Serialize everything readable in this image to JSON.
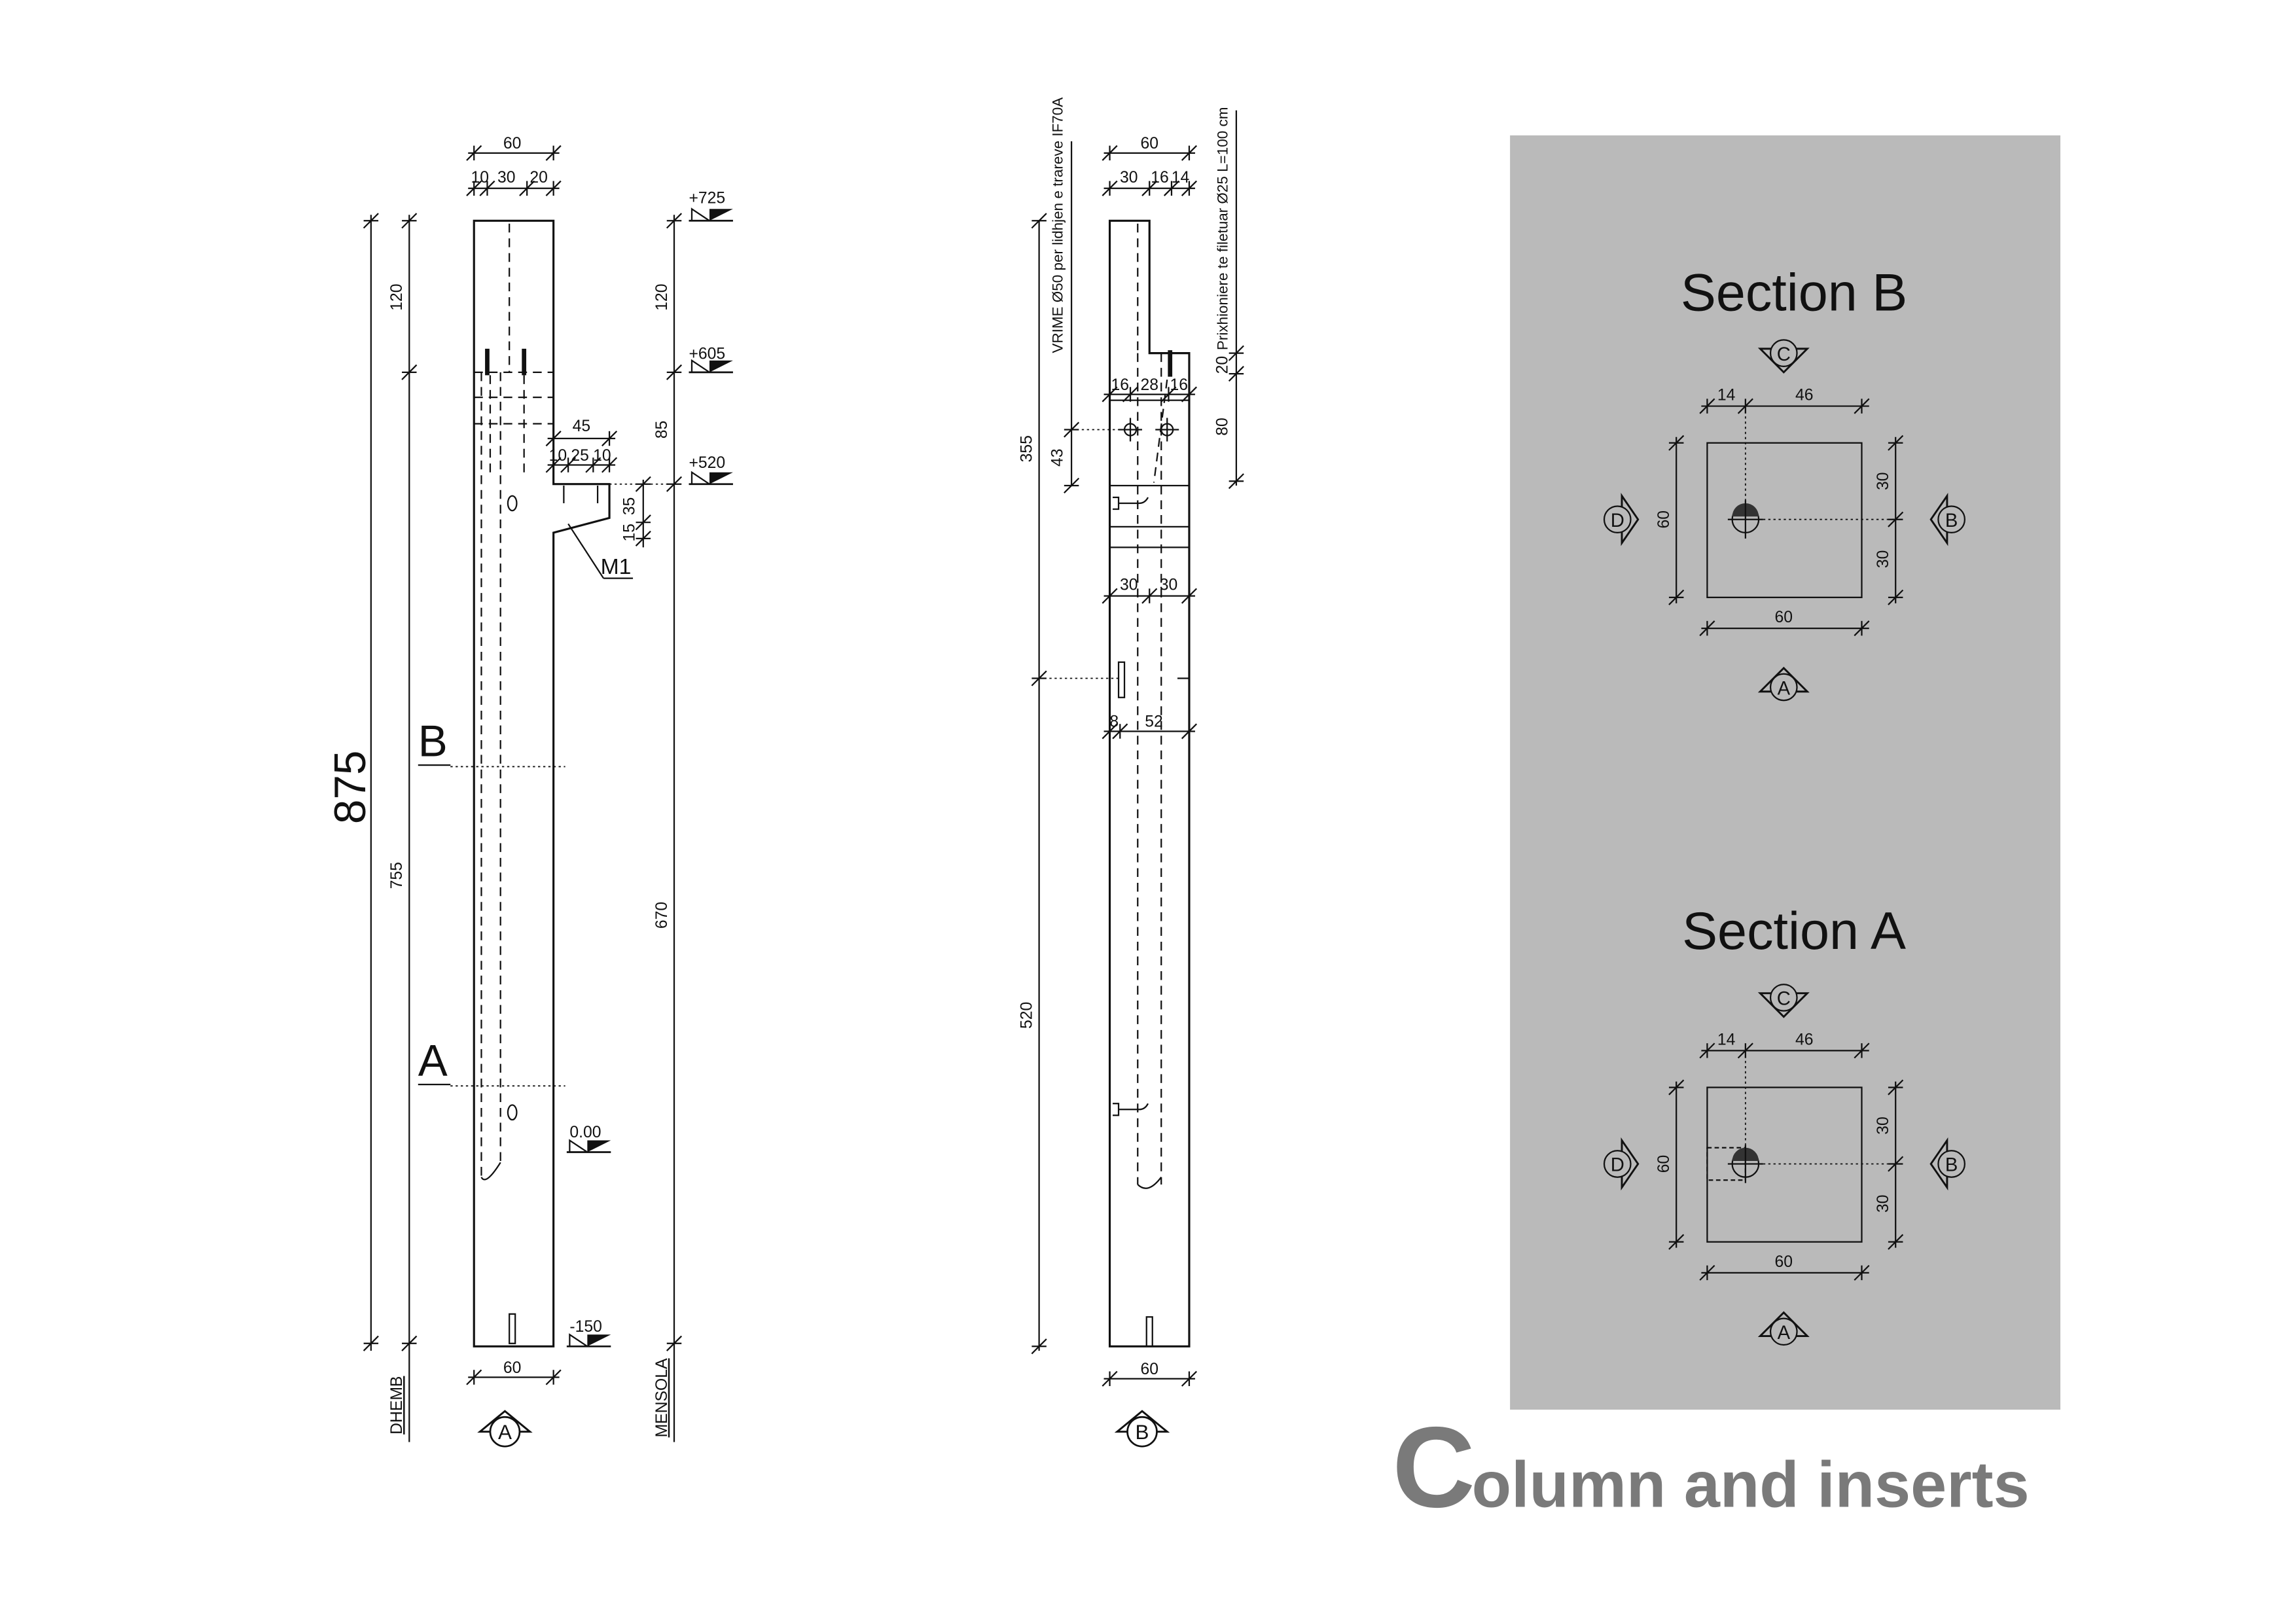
{
  "elevation_a": {
    "top_total": "60",
    "top_parts": [
      "10",
      "30",
      "20"
    ],
    "left_dims": {
      "upper": "120",
      "lower": "755",
      "total": "875",
      "base_label": "DHEMB"
    },
    "right_dims": {
      "upper": "120",
      "middle": "85",
      "lower": "670",
      "base_label": "MENSOLA"
    },
    "levels": [
      "+725",
      "+605",
      "+520",
      "0.00",
      "-150"
    ],
    "corbel": {
      "width": "45",
      "parts": [
        "10",
        "25",
        "10"
      ],
      "heights": [
        "35",
        "15"
      ],
      "label": "M1"
    },
    "section_marks": [
      "B",
      "A"
    ],
    "bottom_width": "60",
    "view_marker": "A"
  },
  "elevation_b": {
    "top_total": "60",
    "top_parts": [
      "30",
      "16",
      "14"
    ],
    "note_hole": "VRIME Ø50 per lidhjen e trareve IF70A",
    "note_bolts": "Prixhioniere te filetuar  Ø25 L=100 cm",
    "right_dims": [
      "20",
      "80"
    ],
    "left_dims": {
      "upper": "355",
      "hole": "43",
      "lower": "520"
    },
    "bolt_parts": [
      "16",
      "28",
      "16"
    ],
    "mid_parts": [
      "30",
      "30"
    ],
    "low_parts": [
      "8",
      "52"
    ],
    "bottom_width": "60",
    "view_marker": "B"
  },
  "sections": [
    {
      "title": "Section B",
      "top": "C",
      "bottom": "A",
      "left": "D",
      "right": "B",
      "top_dims": [
        "14",
        "46"
      ],
      "left_dim": "60",
      "right_dims": [
        "30",
        "30"
      ],
      "bottom_dim": "60"
    },
    {
      "title": "Section A",
      "top": "C",
      "bottom": "A",
      "left": "D",
      "right": "B",
      "top_dims": [
        "14",
        "46"
      ],
      "left_dim": "60",
      "right_dims": [
        "30",
        "30"
      ],
      "bottom_dim": "60"
    }
  ],
  "title": {
    "initial": "C",
    "rest": "olumn and inserts"
  },
  "colors": {
    "panel": "#bababa",
    "title": "#7a7a7a",
    "line": "#111111"
  }
}
